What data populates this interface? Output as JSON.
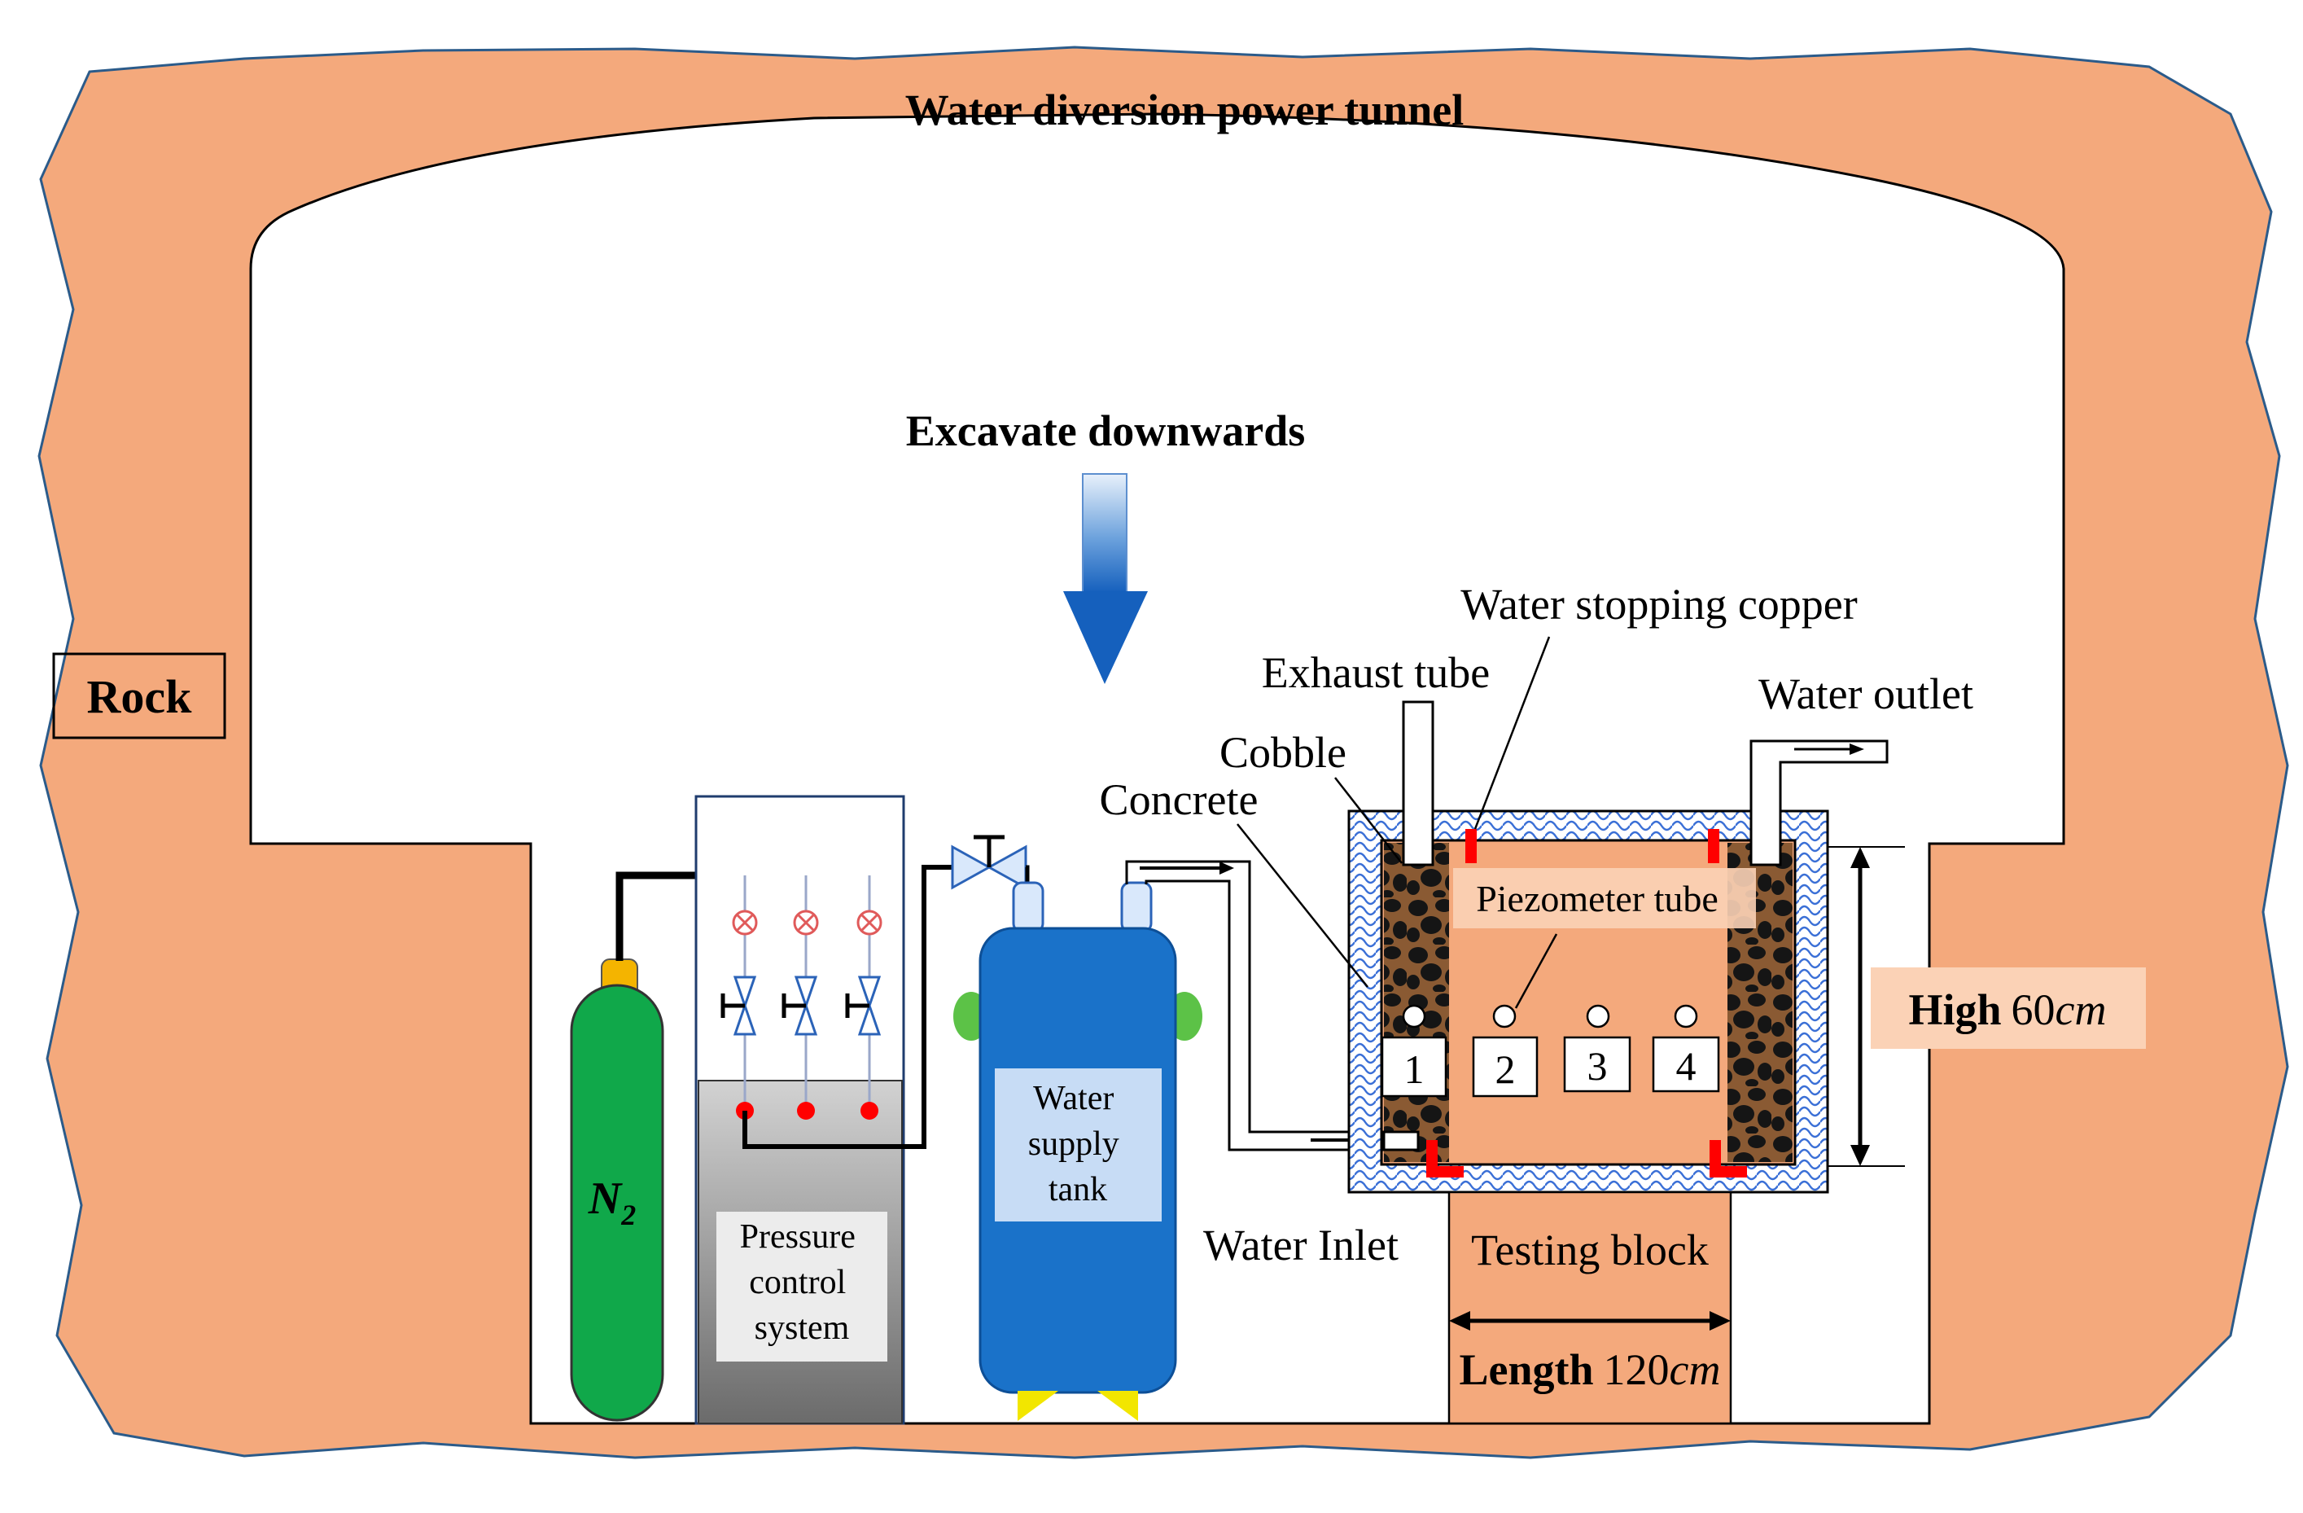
{
  "labels": {
    "tunnel_title": "Water diversion power tunnel",
    "excavate": "Excavate downwards",
    "rock": "Rock",
    "gas": "N",
    "gas_sub": "2",
    "pressure_line1": "Pressure",
    "pressure_line2": "control",
    "pressure_line3": "system",
    "tank_line1": "Water",
    "tank_line2": "supply",
    "tank_line3": "tank",
    "water_inlet": "Water Inlet",
    "water_outlet": "Water outlet",
    "exhaust_tube": "Exhaust tube",
    "water_stopping_copper": "Water stopping copper",
    "cobble": "Cobble",
    "concrete": "Concrete",
    "piezometer_tube": "Piezometer  tube",
    "testing_block": "Testing block",
    "high_word": "High",
    "high_value": "60",
    "high_unit": "cm",
    "length_word": "Length",
    "length_value": "120",
    "length_unit": "cm",
    "piezometers": [
      "1",
      "2",
      "3",
      "4"
    ]
  },
  "colors": {
    "rock": "#f4a97c",
    "gas_cylinder": "#10a84a",
    "cylinder_cap": "#f4b400",
    "tank": "#1a72c9",
    "tank_handle": "#5cc247",
    "tank_feet": "#f2e600",
    "arrow_blue": "#1560bd",
    "red_seal": "#ff0000",
    "pressure_box_top": "#c8c8c8",
    "pressure_box_bottom": "#6e6e6e",
    "cobble_dark": "#1a1a1a",
    "cobble_brown": "#8a5a33",
    "concrete_hatch": "#3a6fd6"
  },
  "icons": [
    "arrow-down-icon",
    "valve-icon",
    "gauge-icon",
    "gas-cylinder-icon",
    "water-tank-icon"
  ]
}
